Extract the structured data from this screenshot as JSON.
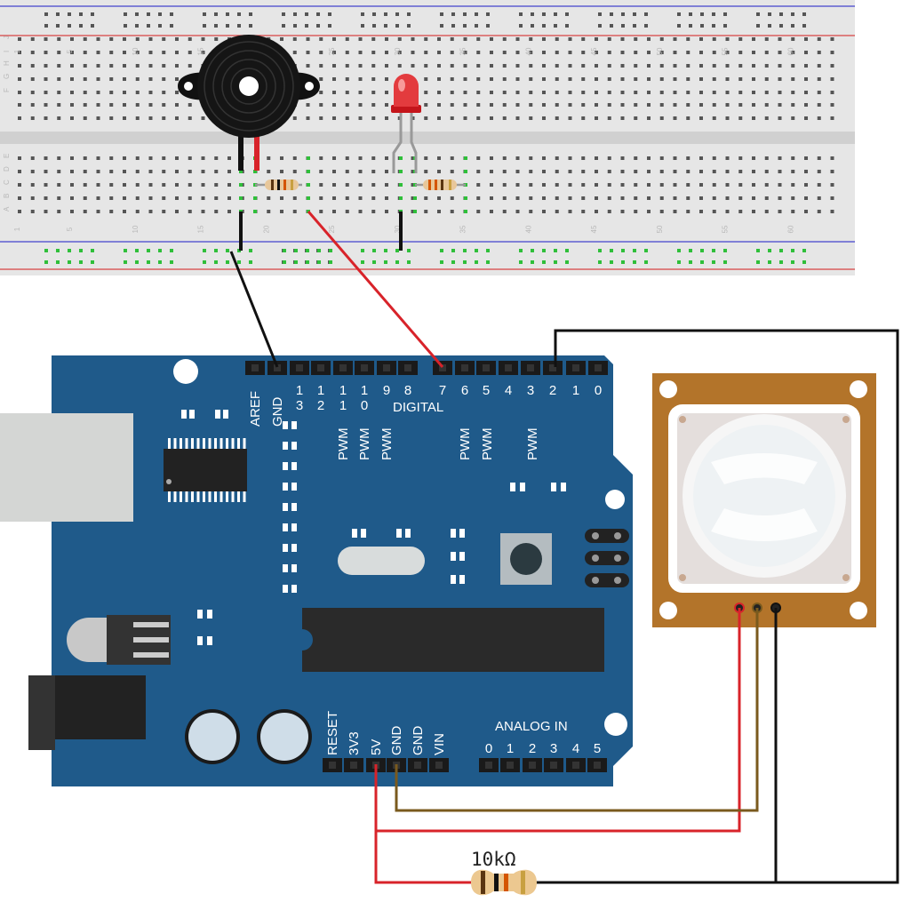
{
  "header": {
    "pins": [
      "AREF",
      "GND",
      "1\n3",
      "1\n2",
      "1\n1",
      "1\n0",
      "9",
      "8",
      "7",
      "6",
      "5",
      "4",
      "3",
      "2",
      "1",
      "0"
    ],
    "digital_label": "DIGITAL",
    "pwm": [
      "PWM",
      "PWM",
      "PWM",
      "PWM",
      "PWM",
      "PWM"
    ],
    "power_pins": [
      "RESET",
      "3V3",
      "5V",
      "GND",
      "GND",
      "VIN"
    ],
    "analog_label": "ANALOG IN",
    "analog_pins": [
      "0",
      "1",
      "2",
      "3",
      "4",
      "5"
    ]
  },
  "breadboard": {
    "column_numbers": [
      "1",
      "5",
      "10",
      "15",
      "20",
      "25",
      "30",
      "35",
      "40",
      "45",
      "50",
      "55",
      "60"
    ],
    "rows_top": [
      "J",
      "I",
      "H",
      "G",
      "F"
    ],
    "rows_bottom": [
      "E",
      "D",
      "C",
      "B",
      "A"
    ]
  },
  "components": {
    "resistor_label": "10kΩ"
  },
  "colors": {
    "board": "#1f5a8a",
    "wire_red": "#d8232a",
    "wire_black": "#111111",
    "wire_brown": "#7a5a1e",
    "pir_body": "#b3742a"
  }
}
